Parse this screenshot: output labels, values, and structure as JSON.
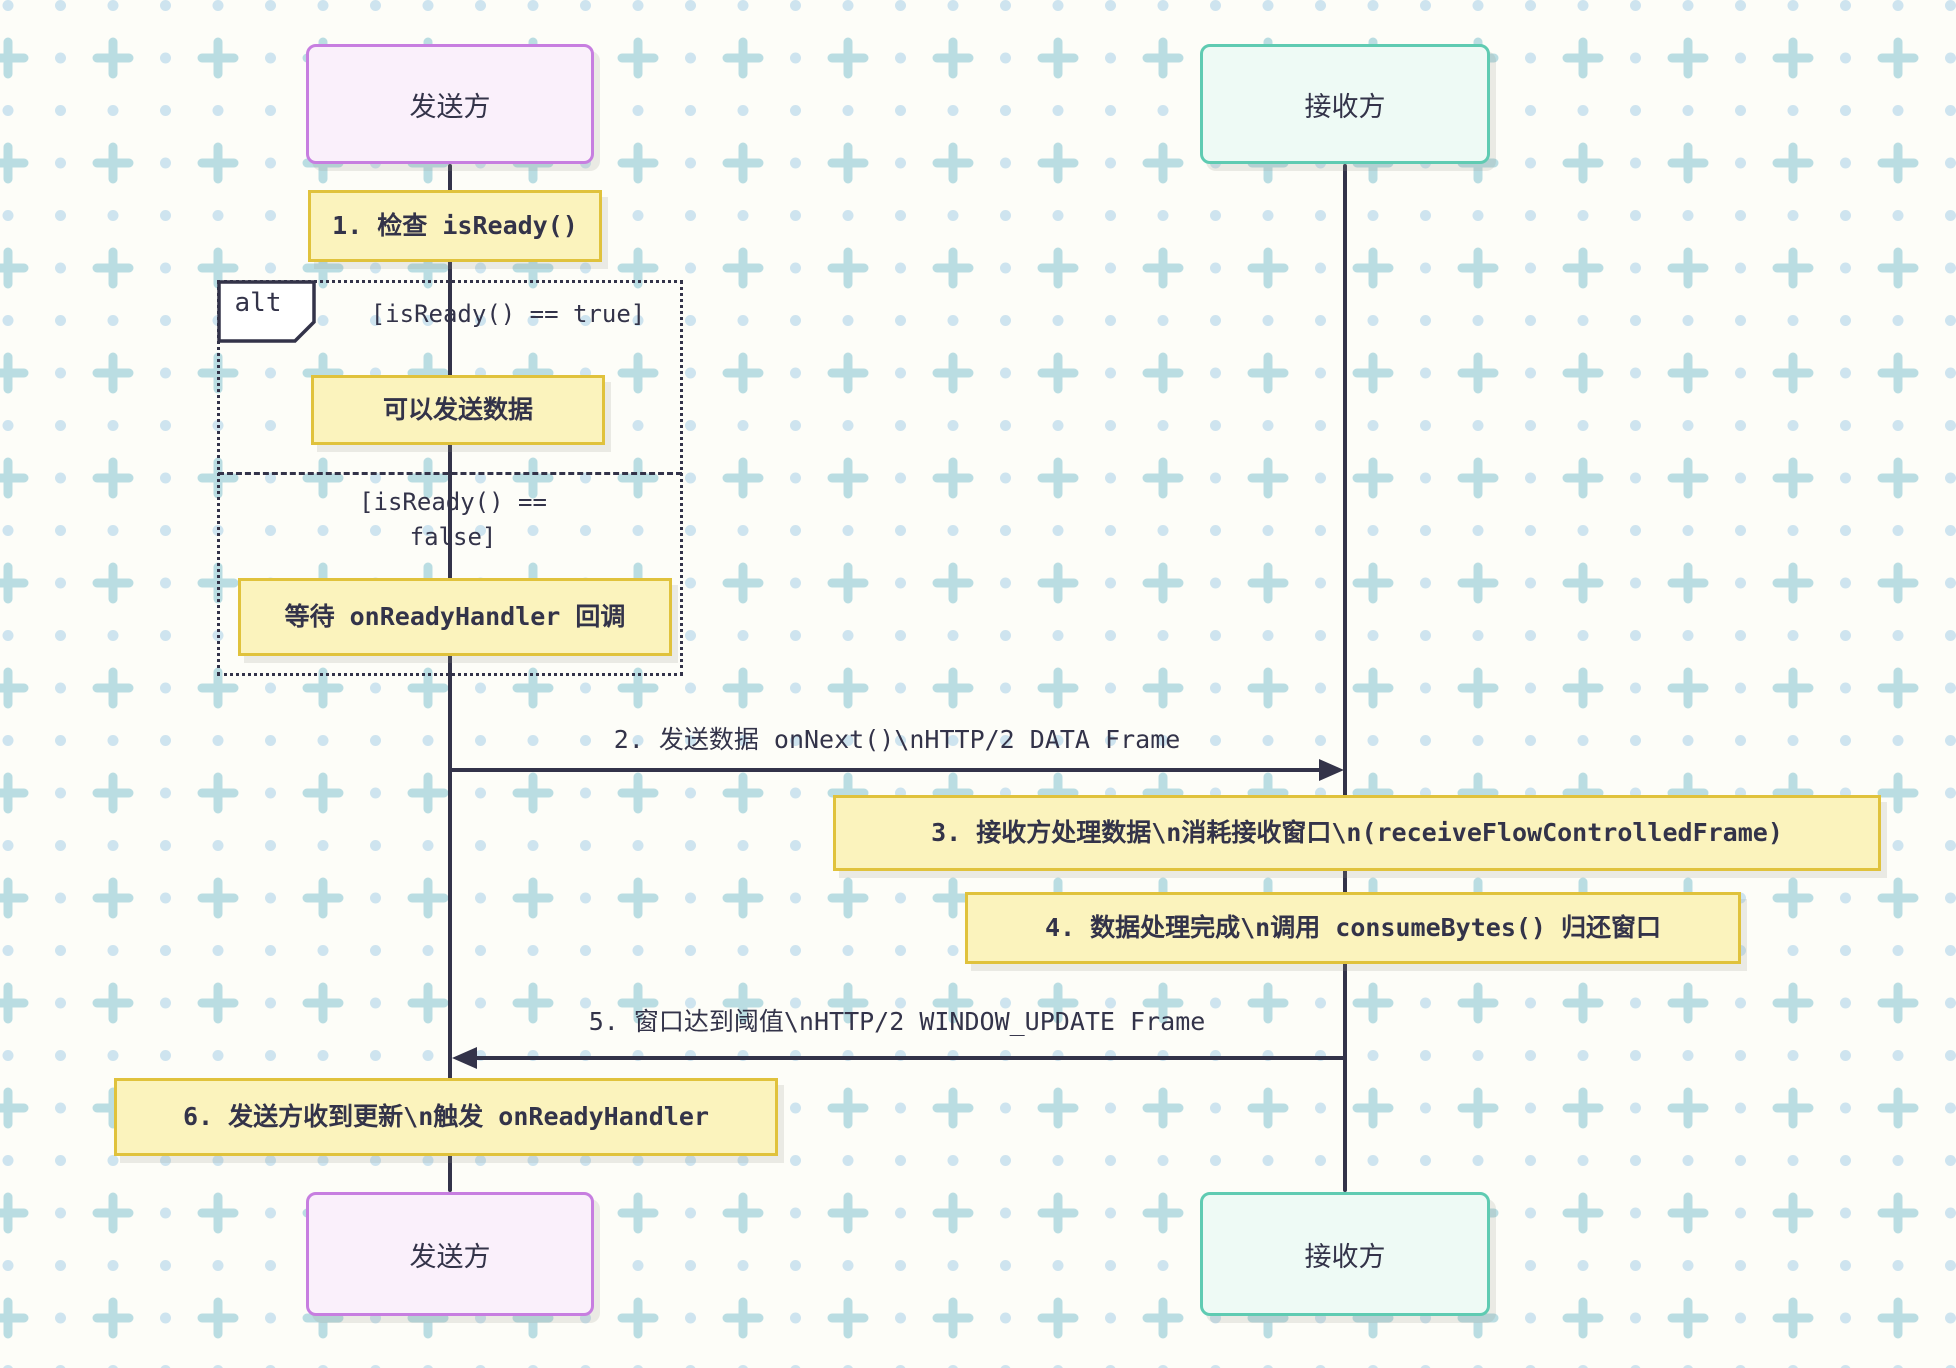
{
  "diagram_title": "HTTP/2 flow-control sequence diagram",
  "participants": {
    "sender": "发送方",
    "receiver": "接收方"
  },
  "notes": {
    "check": "1. 检查 isReady()",
    "can_send": "可以发送数据",
    "wait": "等待 onReadyHandler 回调",
    "process": "3. 接收方处理数据\\n消耗接收窗口\\n(receiveFlowControlledFrame)",
    "consume": "4. 数据处理完成\\n调用 consumeBytes() 归还窗口",
    "update": "6. 发送方收到更新\\n触发 onReadyHandler"
  },
  "alt": {
    "label": "alt",
    "guard_true": "[isReady() == true]",
    "guard_false": "[isReady() == false]"
  },
  "messages": {
    "send_data": "2. 发送数据 onNext()\\nHTTP/2 DATA Frame",
    "window_update": "5. 窗口达到阈值\\nHTTP/2 WINDOW_UPDATE Frame"
  },
  "colors": {
    "text_and_lines": "#333349",
    "sender_border": "#c77ee0",
    "sender_fill": "#faf0fb",
    "receiver_border": "#5fcbb2",
    "receiver_fill": "#eefaf5",
    "note_fill": "#fbf3bd",
    "note_border": "#e0c23c",
    "background": "#fdfdf8",
    "pattern_plus": "#badde2",
    "pattern_dot": "#cee4ef"
  }
}
